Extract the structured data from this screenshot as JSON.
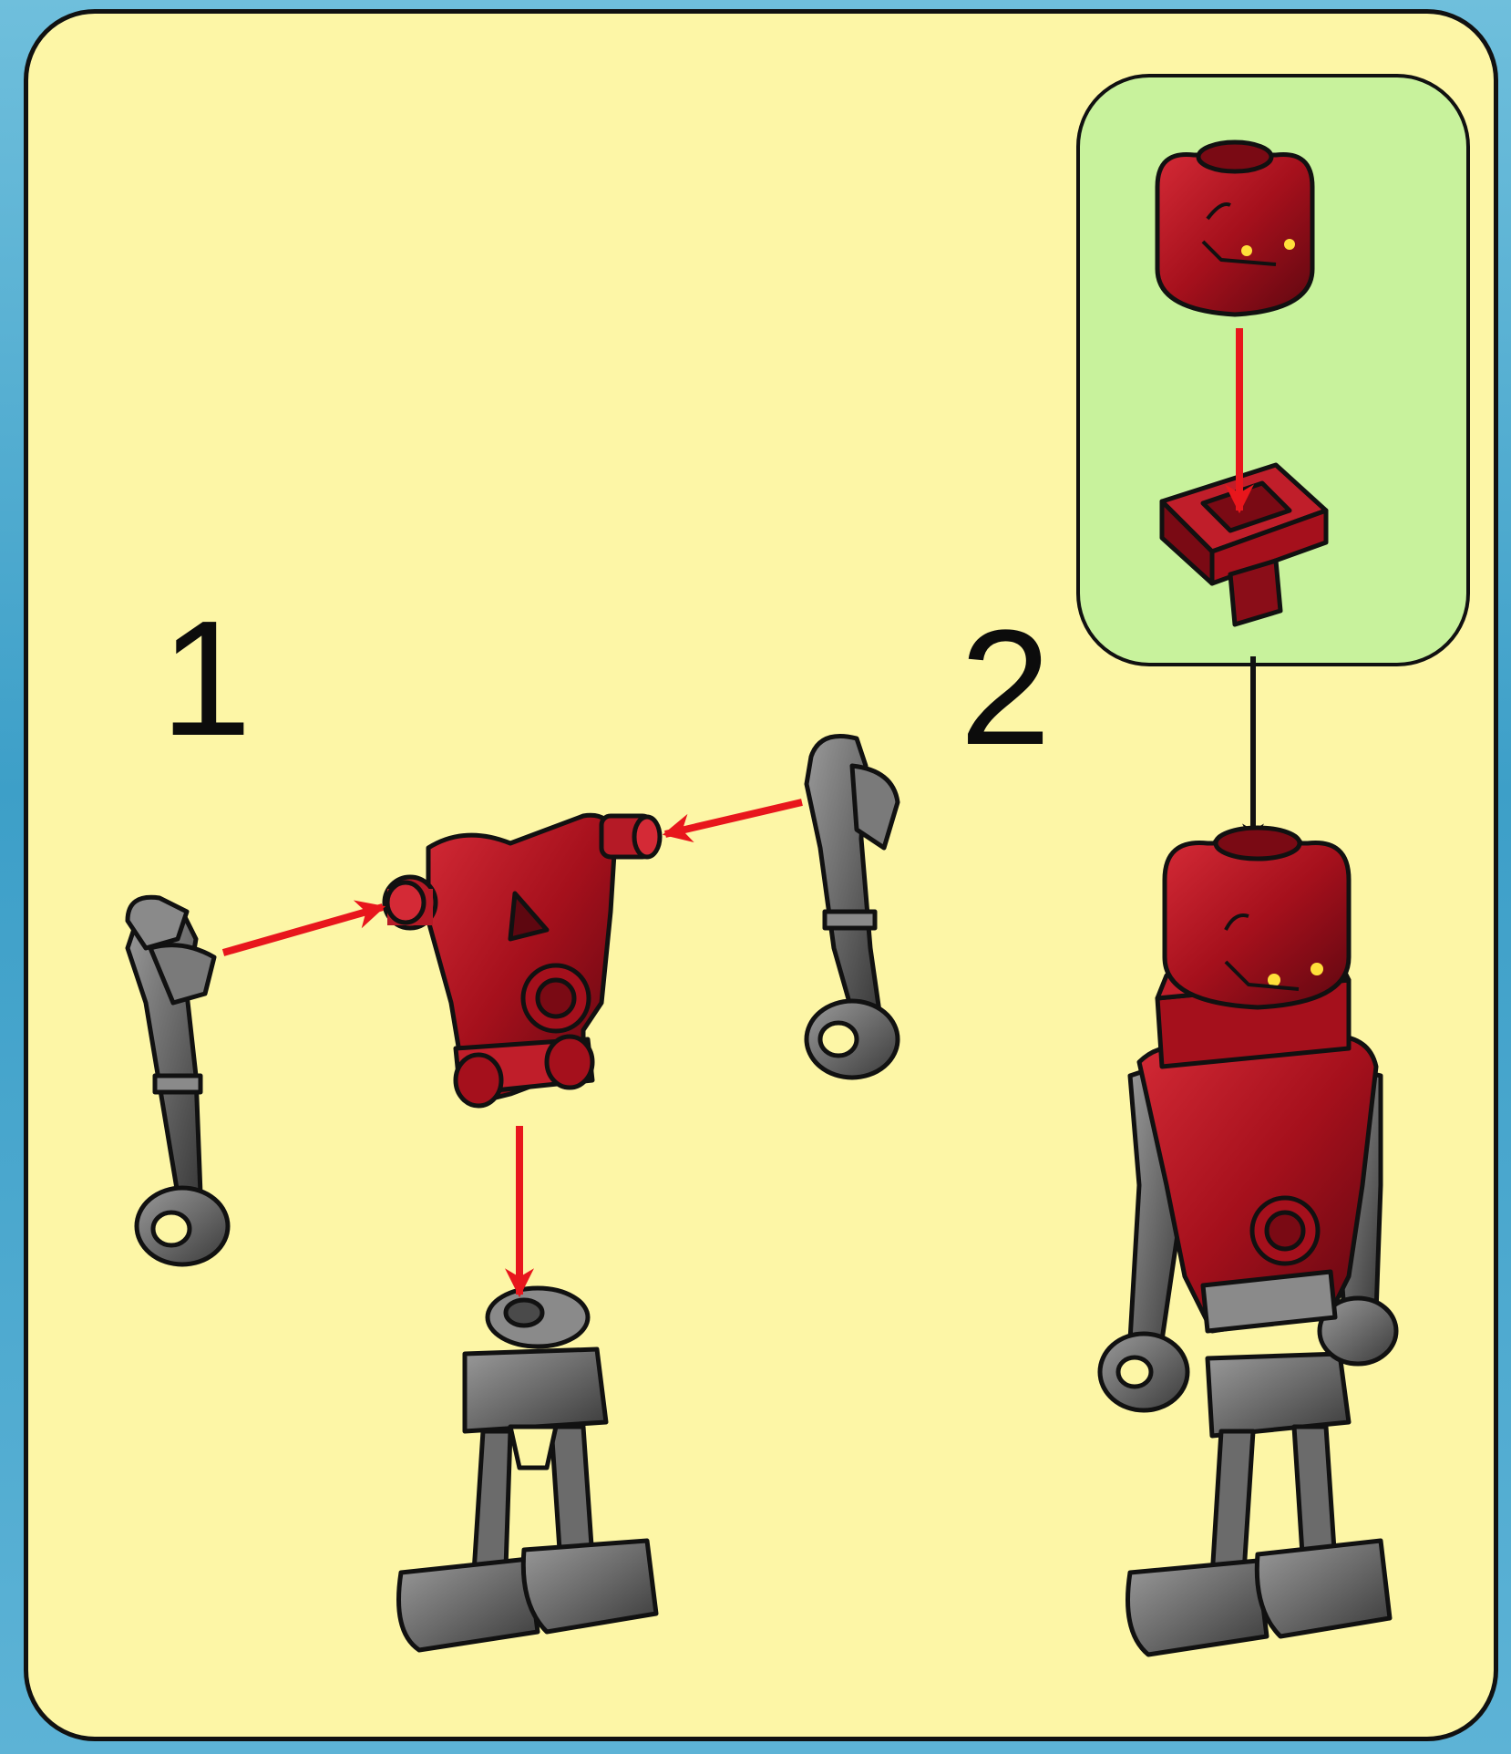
{
  "steps": [
    {
      "number": "1"
    },
    {
      "number": "2"
    }
  ],
  "colors": {
    "panel_background": "#fdf6a6",
    "inset_background": "#c8f29c",
    "page_background": "#4aa9d0",
    "brick_red": "#a5101c",
    "brick_gray": "#6b6b6b",
    "arrow_red": "#e8161c",
    "arrow_black": "#111111",
    "eye_yellow": "#ffe03a"
  },
  "parts": [
    {
      "name": "left-arm",
      "color": "gray"
    },
    {
      "name": "droid-torso",
      "color": "red"
    },
    {
      "name": "right-arm",
      "color": "gray"
    },
    {
      "name": "droid-legs",
      "color": "gray"
    },
    {
      "name": "minifig-head",
      "color": "red"
    },
    {
      "name": "neck-bracket",
      "color": "red"
    },
    {
      "name": "assembled-droid",
      "color": "red"
    }
  ]
}
